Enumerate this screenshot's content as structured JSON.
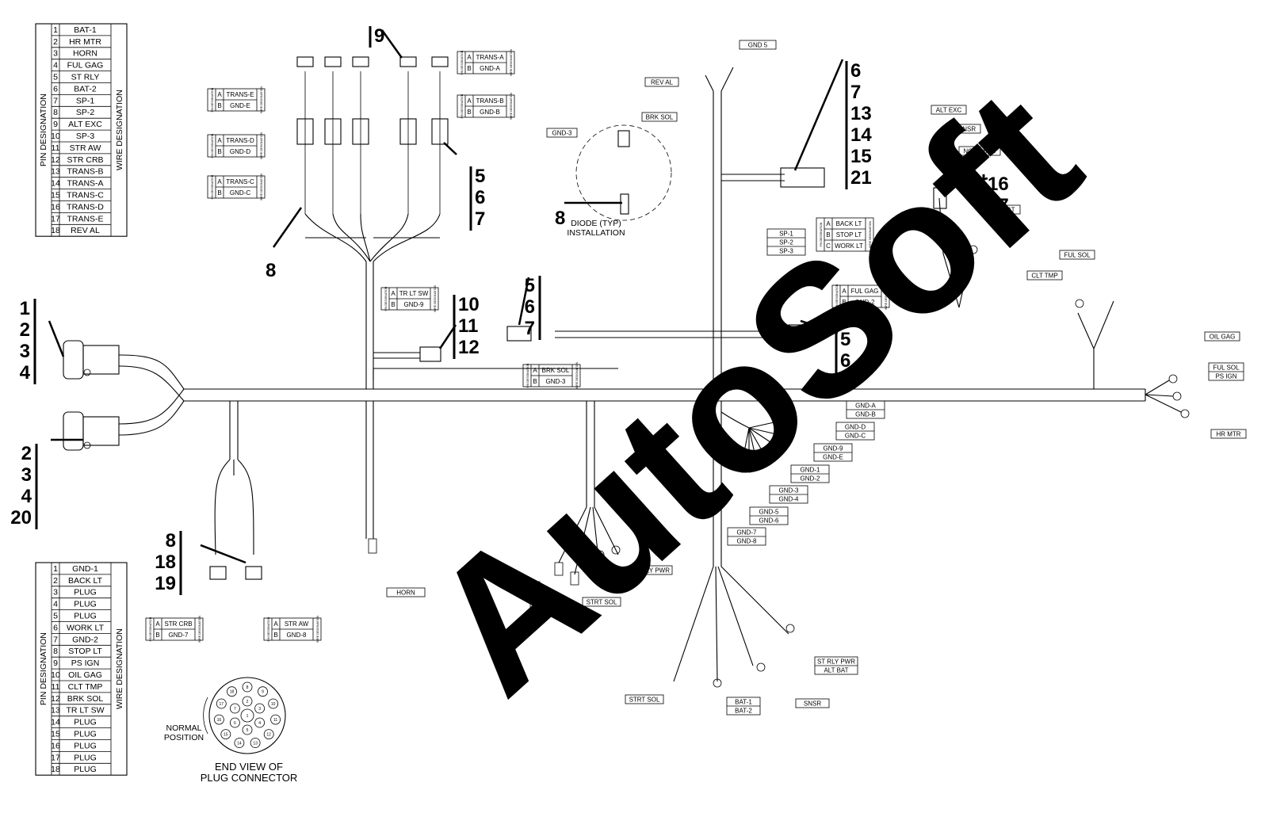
{
  "tables": {
    "top": {
      "row_header": "PIN DESIGNATION",
      "col_header": "WIRE DESIGNATION",
      "rows": [
        [
          "1",
          "BAT-1"
        ],
        [
          "2",
          "HR MTR"
        ],
        [
          "3",
          "HORN"
        ],
        [
          "4",
          "FUL GAG"
        ],
        [
          "5",
          "ST RLY"
        ],
        [
          "6",
          "BAT-2"
        ],
        [
          "7",
          "SP-1"
        ],
        [
          "8",
          "SP-2"
        ],
        [
          "9",
          "ALT EXC"
        ],
        [
          "10",
          "SP-3"
        ],
        [
          "11",
          "STR AW"
        ],
        [
          "12",
          "STR CRB"
        ],
        [
          "13",
          "TRANS-B"
        ],
        [
          "14",
          "TRANS-A"
        ],
        [
          "15",
          "TRANS-C"
        ],
        [
          "16",
          "TRANS-D"
        ],
        [
          "17",
          "TRANS-E"
        ],
        [
          "18",
          "REV AL"
        ]
      ]
    },
    "bottom": {
      "row_header": "PIN DESIGNATION",
      "col_header": "WIRE DESIGNATION",
      "rows": [
        [
          "1",
          "GND-1"
        ],
        [
          "2",
          "BACK LT"
        ],
        [
          "3",
          "PLUG"
        ],
        [
          "4",
          "PLUG"
        ],
        [
          "5",
          "PLUG"
        ],
        [
          "6",
          "WORK LT"
        ],
        [
          "7",
          "GND-2"
        ],
        [
          "8",
          "STOP LT"
        ],
        [
          "9",
          "PS IGN"
        ],
        [
          "10",
          "OIL GAG"
        ],
        [
          "11",
          "CLT TMP"
        ],
        [
          "12",
          "BRK SOL"
        ],
        [
          "13",
          "TR LT SW"
        ],
        [
          "14",
          "PLUG"
        ],
        [
          "15",
          "PLUG"
        ],
        [
          "16",
          "PLUG"
        ],
        [
          "17",
          "PLUG"
        ],
        [
          "18",
          "PLUG"
        ]
      ]
    }
  },
  "captions": {
    "diode": [
      "DIODE (TYP)",
      "INSTALLATION"
    ],
    "end_view": [
      "END VIEW OF",
      "PLUG CONNECTOR"
    ],
    "normal_position": [
      "NORMAL",
      "POSITION"
    ]
  },
  "watermark": "AutoSoft",
  "callouts": [
    {
      "id": "c9",
      "lines": [
        "9"
      ]
    },
    {
      "id": "c567a",
      "lines": [
        "5",
        "6",
        "7"
      ]
    },
    {
      "id": "c8a",
      "lines": [
        "8"
      ]
    },
    {
      "id": "c8b",
      "lines": [
        "8"
      ]
    },
    {
      "id": "c6712",
      "lines": [
        "6",
        "7",
        "13",
        "14",
        "15",
        "21"
      ]
    },
    {
      "id": "c1617",
      "lines": [
        "16",
        "17"
      ]
    },
    {
      "id": "c1234",
      "lines": [
        "1",
        "2",
        "3",
        "4"
      ]
    },
    {
      "id": "c23420",
      "lines": [
        "2",
        "3",
        "4",
        "20"
      ]
    },
    {
      "id": "c101112",
      "lines": [
        "10",
        "11",
        "12"
      ]
    },
    {
      "id": "c567b",
      "lines": [
        "5",
        "6",
        "7"
      ]
    },
    {
      "id": "c567c",
      "lines": [
        "5",
        "6",
        "7"
      ]
    },
    {
      "id": "c81819",
      "lines": [
        "8",
        "18",
        "19"
      ]
    }
  ],
  "boxes": [
    {
      "id": "b_gnd5",
      "rows": [
        "GND 5"
      ]
    },
    {
      "id": "b_reval",
      "rows": [
        "REV AL"
      ]
    },
    {
      "id": "b_gnd3",
      "rows": [
        "GND-3"
      ]
    },
    {
      "id": "b_brksol",
      "rows": [
        "BRK SOL"
      ]
    },
    {
      "id": "b_altexc",
      "rows": [
        "ALT EXC"
      ]
    },
    {
      "id": "b_snsr",
      "rows": [
        "SNSR"
      ]
    },
    {
      "id": "b_notused",
      "rows": [
        "NOT USED"
      ]
    },
    {
      "id": "b_altbat",
      "rows": [
        "ALT BAT"
      ]
    },
    {
      "id": "b_fulsol",
      "rows": [
        "FUL SOL"
      ]
    },
    {
      "id": "b_clttmp",
      "rows": [
        "CLT TMP"
      ]
    },
    {
      "id": "b_oilgag",
      "rows": [
        "OIL GAG"
      ]
    },
    {
      "id": "b_fulsol2",
      "rows": [
        "FUL SOL",
        "PS IGN"
      ]
    },
    {
      "id": "b_hrmtr",
      "rows": [
        "HR MTR"
      ]
    },
    {
      "id": "b_sp",
      "rows": [
        "SP-1",
        "SP-2",
        "SP-3"
      ]
    },
    {
      "id": "b_gndab",
      "rows": [
        "GND-A",
        "GND-B"
      ]
    },
    {
      "id": "b_gnddc",
      "rows": [
        "GND-D",
        "GND-C"
      ]
    },
    {
      "id": "b_gnd9e",
      "rows": [
        "GND-9",
        "GND-E"
      ]
    },
    {
      "id": "b_gnd12",
      "rows": [
        "GND-1",
        "GND-2"
      ]
    },
    {
      "id": "b_gnd34",
      "rows": [
        "GND-3",
        "GND-4"
      ]
    },
    {
      "id": "b_gnd56",
      "rows": [
        "GND-5",
        "GND-6"
      ]
    },
    {
      "id": "b_gnd78",
      "rows": [
        "GND-7",
        "GND-8"
      ]
    },
    {
      "id": "b_horn",
      "rows": [
        "HORN"
      ]
    },
    {
      "id": "b_strly",
      "rows": [
        "ST RLY"
      ]
    },
    {
      "id": "b_gnd6",
      "rows": [
        "GND-6"
      ]
    },
    {
      "id": "b_strtsol",
      "rows": [
        "STRT SOL"
      ]
    },
    {
      "id": "b_strlypwr",
      "rows": [
        "ST RLY PWR"
      ]
    },
    {
      "id": "b_strlypwr2",
      "rows": [
        "ST RLY PWR",
        "ALT BAT"
      ]
    },
    {
      "id": "b_strtsol2",
      "rows": [
        "STRT SOL"
      ]
    },
    {
      "id": "b_bat12",
      "rows": [
        "BAT-1",
        "BAT-2"
      ]
    },
    {
      "id": "b_snsr2",
      "rows": [
        "SNSR"
      ]
    }
  ],
  "conn_tables": [
    {
      "id": "ct_transe",
      "pins": [
        "A",
        "B"
      ],
      "wires": [
        "TRANS-E",
        "GND-E"
      ]
    },
    {
      "id": "ct_transd",
      "pins": [
        "A",
        "B"
      ],
      "wires": [
        "TRANS-D",
        "GND-D"
      ]
    },
    {
      "id": "ct_transc",
      "pins": [
        "A",
        "B"
      ],
      "wires": [
        "TRANS-C",
        "GND-C"
      ]
    },
    {
      "id": "ct_transa",
      "pins": [
        "A",
        "B"
      ],
      "wires": [
        "TRANS-A",
        "GND-A"
      ]
    },
    {
      "id": "ct_transb",
      "pins": [
        "A",
        "B"
      ],
      "wires": [
        "TRANS-B",
        "GND-B"
      ]
    },
    {
      "id": "ct_trltsw",
      "pins": [
        "A",
        "B"
      ],
      "wires": [
        "TR LT SW",
        "GND-9"
      ]
    },
    {
      "id": "ct_brksol",
      "pins": [
        "A",
        "B"
      ],
      "wires": [
        "BRK SOL",
        "GND-3"
      ]
    },
    {
      "id": "ct_lights",
      "pins": [
        "A",
        "B",
        "C"
      ],
      "wires": [
        "BACK LT",
        "STOP LT",
        "WORK LT"
      ]
    },
    {
      "id": "ct_fulgag",
      "pins": [
        "A",
        "B"
      ],
      "wires": [
        "FUL GAG",
        "GND-2"
      ]
    },
    {
      "id": "ct_strcrb",
      "pins": [
        "A",
        "B"
      ],
      "wires": [
        "STR CRB",
        "GND-7"
      ]
    },
    {
      "id": "ct_straw",
      "pins": [
        "A",
        "B"
      ],
      "wires": [
        "STR AW",
        "GND-8"
      ]
    }
  ],
  "conn_table_headers": {
    "pin": "PIN DESIGNATION",
    "wire": "WIRE DESIGNATION"
  },
  "connector_pins": [
    "1",
    "2",
    "3",
    "4",
    "5",
    "6",
    "7",
    "8",
    "9",
    "10",
    "11",
    "12",
    "13",
    "14",
    "15",
    "16",
    "17",
    "18"
  ]
}
